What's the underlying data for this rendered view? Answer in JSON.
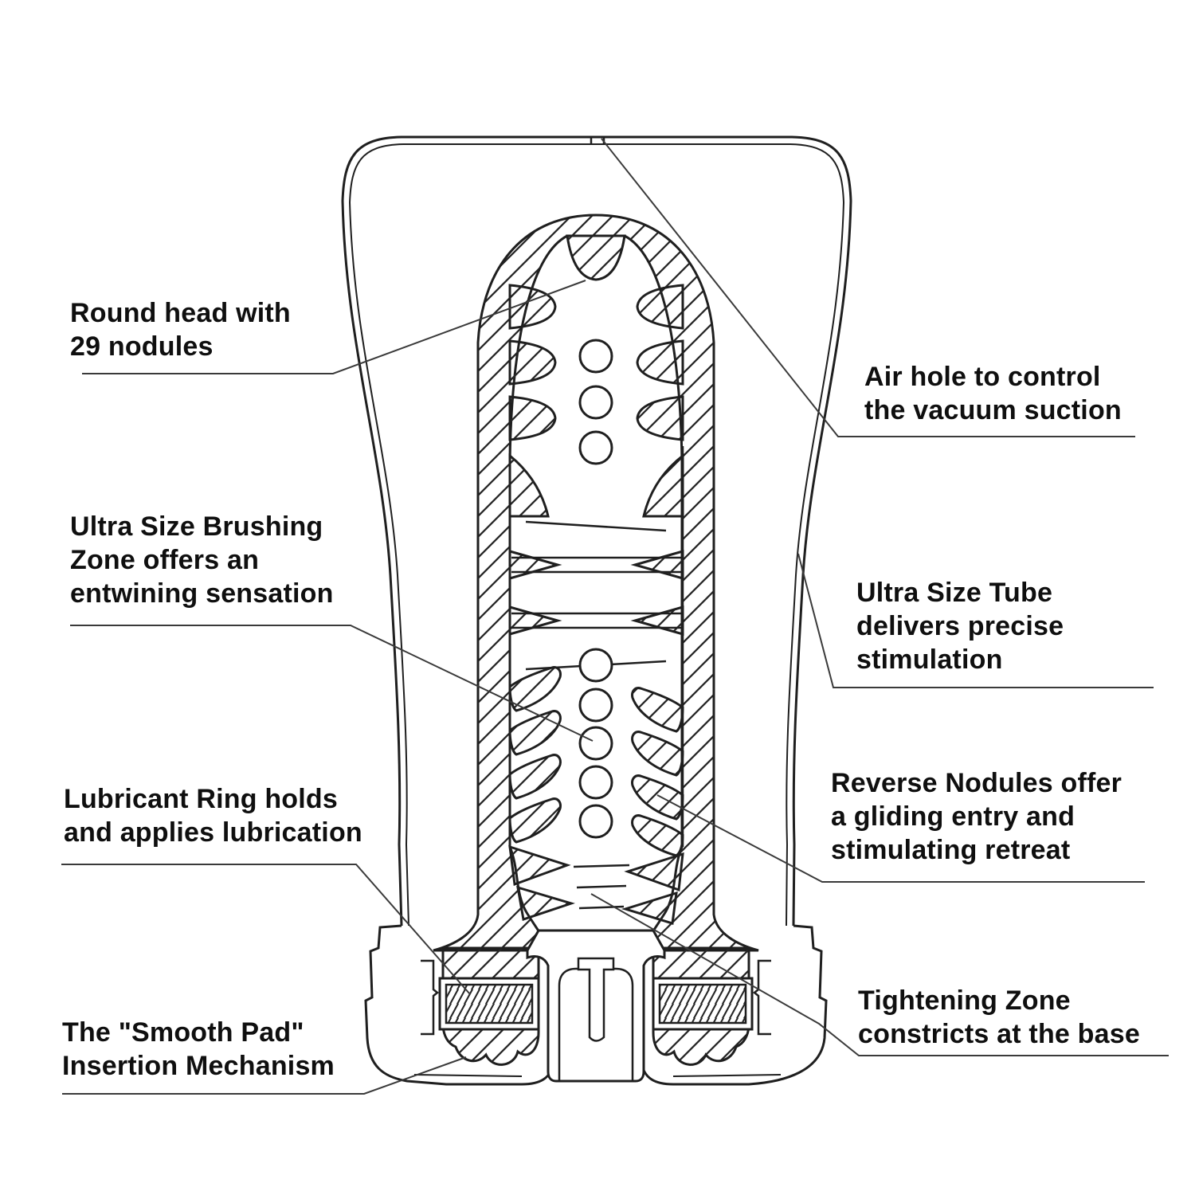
{
  "diagram": {
    "name": "product-cross-section-diagram",
    "description": "Cutaway technical illustration of a soft tube cup with internal textured sleeve",
    "colors": {
      "background": "#ffffff",
      "line": "#1f1f1f",
      "leader_line": "#3a3a3a",
      "text": "#0f0f0f"
    },
    "labels": {
      "round_head": {
        "lines": [
          "Round head with",
          "29 nodules"
        ]
      },
      "air_hole": {
        "lines": [
          "Air hole to control",
          "the vacuum suction"
        ]
      },
      "brushing_zone": {
        "lines": [
          "Ultra Size Brushing",
          "Zone offers an",
          "entwining sensation"
        ]
      },
      "ultra_tube": {
        "lines": [
          "Ultra Size Tube",
          "delivers precise",
          "stimulation"
        ]
      },
      "lubricant_ring": {
        "lines": [
          "Lubricant Ring holds",
          "and applies lubrication"
        ]
      },
      "reverse_nodules": {
        "lines": [
          "Reverse Nodules offer",
          "a gliding entry and",
          "stimulating retreat"
        ]
      },
      "smooth_pad": {
        "lines": [
          "The \"Smooth Pad\"",
          "Insertion Mechanism"
        ]
      },
      "tightening_zone": {
        "lines": [
          "Tightening Zone",
          "constricts at the base"
        ]
      }
    }
  }
}
